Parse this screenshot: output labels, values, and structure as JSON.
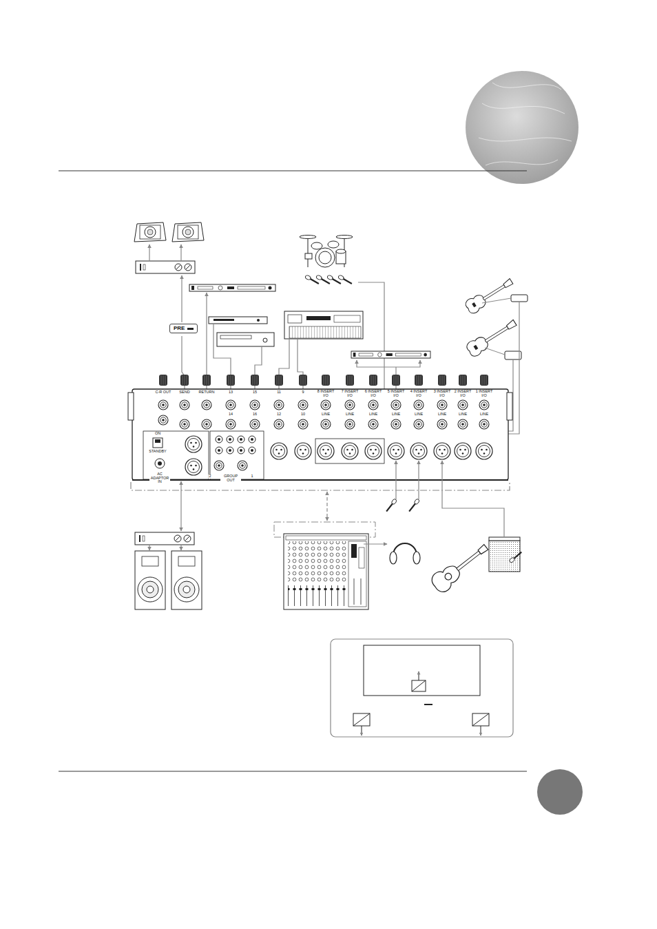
{
  "diagram": {
    "nodes": [
      {
        "text": [
          "PRE"
        ]
      }
    ],
    "labels": [
      "C-R OUT",
      "SEND",
      "RETURN",
      "13",
      "15",
      "11",
      "9",
      "8 INSERT I/O",
      "7 INSERT I/O",
      "6 INSERT I/O",
      "5 INSERT I/O",
      "4 INSERT I/O",
      "3 INSERT I/O",
      "2 INSERT I/O",
      "1 INSERT I/O",
      "14",
      "16",
      "12",
      "10",
      "LINE",
      "LINE",
      "LINE",
      "LINE",
      "LINE",
      "LINE",
      "LINE",
      "LINE",
      "ON",
      "STANDBY",
      "AC ADAPTOR IN",
      "2",
      "GROUP OUT",
      "1"
    ]
  }
}
